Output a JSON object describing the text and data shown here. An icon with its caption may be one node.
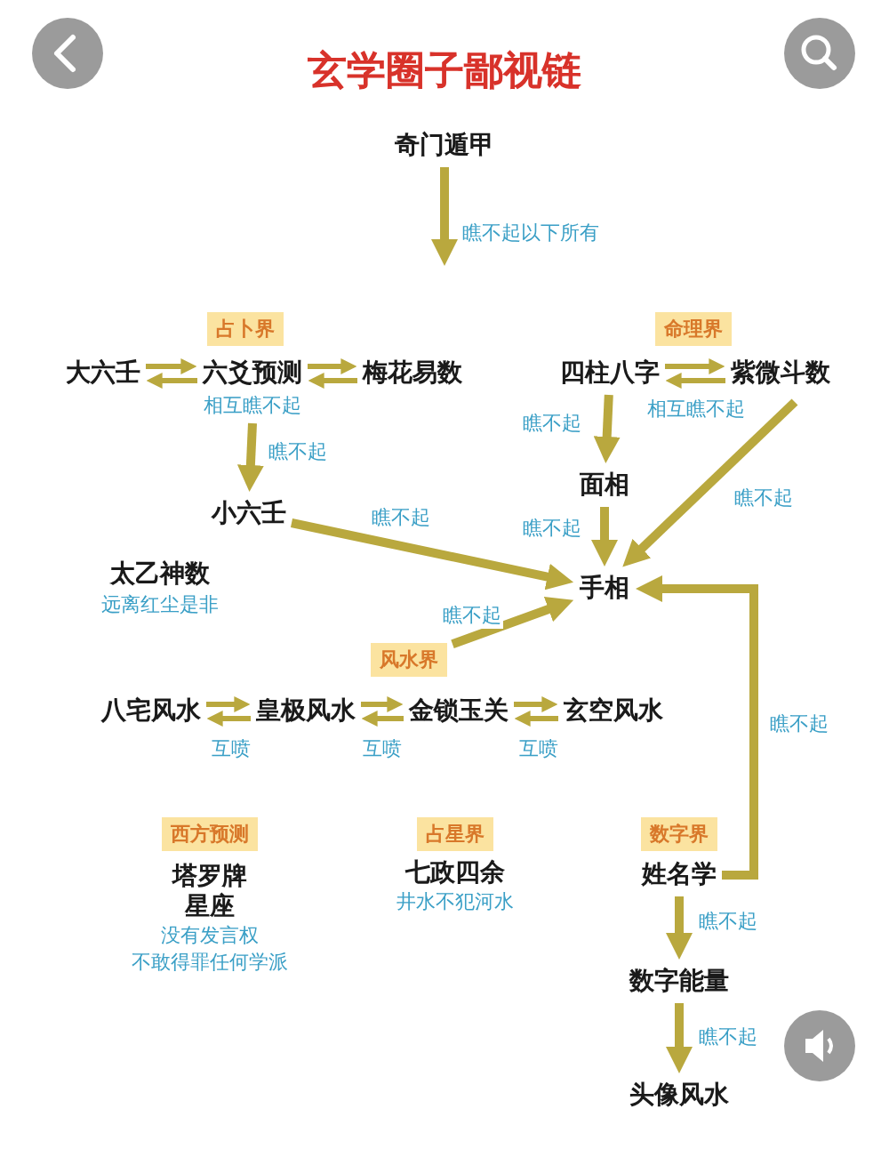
{
  "diagram": {
    "title": "玄学圈子鄙视链",
    "nodes": [
      {
        "text": [
          "奇门遁甲"
        ]
      },
      {
        "text": [
          "占卜界"
        ]
      },
      {
        "text": [
          "命理界"
        ]
      },
      {
        "text": [
          "大六壬"
        ]
      },
      {
        "text": [
          "六爻预测"
        ],
        "beside": [
          "相互瞧不起"
        ]
      },
      {
        "text": [
          "梅花易数"
        ]
      },
      {
        "text": [
          "四柱八字"
        ]
      },
      {
        "text": [
          "紫微斗数"
        ]
      },
      {
        "text": [
          "小六壬"
        ]
      },
      {
        "text": [
          "面相"
        ]
      },
      {
        "text": [
          "手相"
        ]
      },
      {
        "text": [
          "风水界"
        ]
      },
      {
        "text": [
          "八宅风水"
        ]
      },
      {
        "text": [
          "皇极风水"
        ]
      },
      {
        "text": [
          "金锁玉关"
        ]
      },
      {
        "text": [
          "玄空风水"
        ]
      },
      {
        "text": [
          "西方预测"
        ],
        "beside": [
          "塔罗牌",
          "星座",
          "没有发言权",
          "不敢得罪任何学派"
        ]
      },
      {
        "text": [
          "占星界"
        ],
        "beside": [
          "七政四余",
          "井水不犯河水"
        ]
      },
      {
        "text": [
          "数字界"
        ]
      },
      {
        "text": [
          "姓名学"
        ]
      },
      {
        "text": [
          "数字能量"
        ]
      },
      {
        "text": [
          "头像风水"
        ]
      }
    ],
    "edges": [
      {
        "from": 0,
        "to": null,
        "arrow": "to",
        "label": "瞧不起以下所有"
      },
      {
        "from": 3,
        "to": 4,
        "arrow": "to"
      },
      {
        "from": 4,
        "to": 3,
        "arrow": "to"
      },
      {
        "from": 4,
        "to": 5,
        "arrow": "to"
      },
      {
        "from": 5,
        "to": 4,
        "arrow": "to"
      },
      {
        "from": 6,
        "to": 7,
        "arrow": "to",
        "label": "相互瞧不起"
      },
      {
        "from": 7,
        "to": 6,
        "arrow": "to"
      },
      {
        "from": 4,
        "to": 8,
        "arrow": "to",
        "label": "瞧不起"
      },
      {
        "from": 6,
        "to": 9,
        "arrow": "to",
        "label": "瞧不起"
      },
      {
        "from": 9,
        "to": 10,
        "arrow": "to",
        "label": "瞧不起"
      },
      {
        "from": 7,
        "to": 10,
        "arrow": "to",
        "label": "瞧不起"
      },
      {
        "from": 8,
        "to": 10,
        "arrow": "to",
        "label": "瞧不起"
      },
      {
        "from": 11,
        "to": 10,
        "arrow": "to",
        "label": "瞧不起"
      },
      {
        "from": 12,
        "to": 13,
        "arrow": "to",
        "label": "互喷"
      },
      {
        "from": 13,
        "to": 12,
        "arrow": "to"
      },
      {
        "from": 13,
        "to": 14,
        "arrow": "to",
        "label": "互喷"
      },
      {
        "from": 14,
        "to": 13,
        "arrow": "to"
      },
      {
        "from": 14,
        "to": 15,
        "arrow": "to",
        "label": "互喷"
      },
      {
        "from": 15,
        "to": 14,
        "arrow": "to"
      },
      {
        "from": 19,
        "to": 10,
        "arrow": "to",
        "label": "瞧不起"
      },
      {
        "from": 19,
        "to": 20,
        "arrow": "to",
        "label": "瞧不起"
      },
      {
        "from": 20,
        "to": 21,
        "arrow": "to",
        "label": "瞧不起"
      }
    ],
    "labels": [
      "太乙神数",
      "远离红尘是非"
    ]
  }
}
